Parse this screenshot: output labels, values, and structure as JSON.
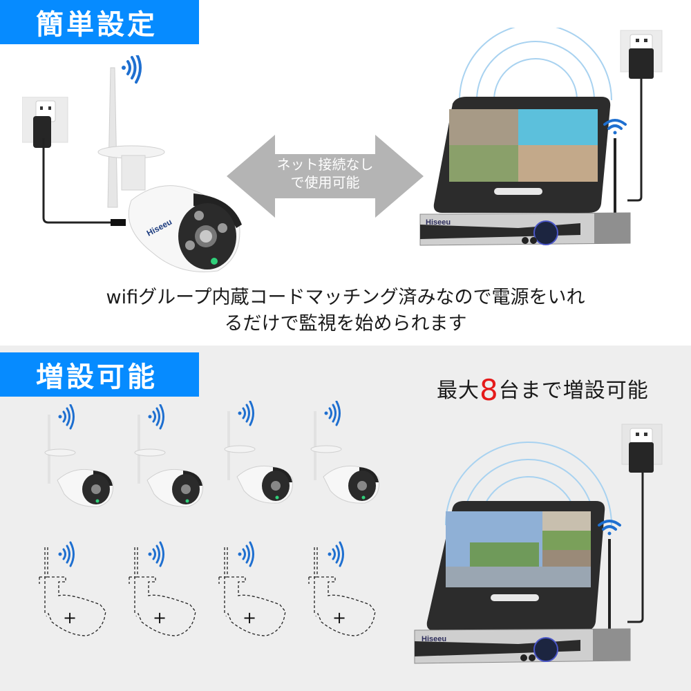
{
  "top_section": {
    "title": "簡単設定",
    "arrow": {
      "line1": "ネット接続なし",
      "line2": "で使用可能"
    },
    "camera": {
      "brand": "Hiseeu"
    },
    "nvr": {
      "brand": "Hiseeu"
    },
    "caption": {
      "line1": "wifiグループ内蔵コードマッチング済みなので電源をいれ",
      "line2": "るだけで監視を始められます"
    }
  },
  "bottom_section": {
    "title": "増設可能",
    "max_text": {
      "prefix": "最大",
      "number": "8",
      "suffix": "台まで増設可能"
    },
    "cameras_installed": 4,
    "camera_slots_empty": 4,
    "slot_symbol": "+",
    "nvr": {
      "brand": "Hiseeu"
    }
  },
  "colors": {
    "title_bg": "#068bff",
    "accent_red": "#e51b1b",
    "wifi_blue": "#1e6fd0",
    "bottom_bg": "#eeeeee",
    "arrow_gray": "#b4b4b4"
  }
}
